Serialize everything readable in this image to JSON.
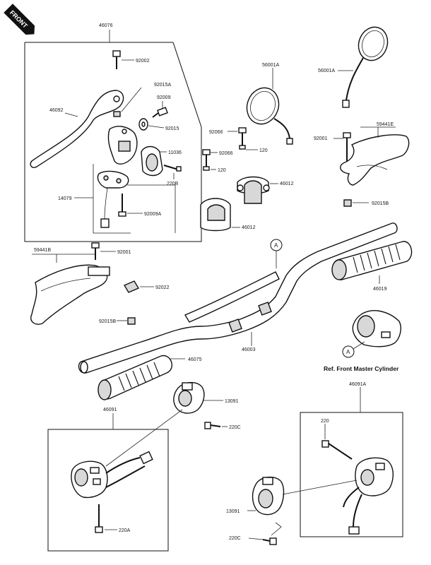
{
  "front_badge": "FRONT",
  "ref_note": "Ref. Front Master Cylinder",
  "circle_marker": "A",
  "parts": {
    "p46076": "46076",
    "p92002": "92002",
    "p92015A": "92015A",
    "p92009": "92009",
    "p92015": "92015",
    "p11036": "11036",
    "p220B": "220B",
    "p46092": "46092",
    "p14079": "14079",
    "p92009A": "92009A",
    "p46012a": "46012",
    "p46012b": "46012",
    "p56001A_left": "56001A",
    "p56001A_right": "56001A",
    "p92066a": "92066",
    "p92066b": "92066",
    "p120a": "120",
    "p120b": "120",
    "p92001a": "92001",
    "p59441E": "59441E",
    "p92015B_right": "92015B",
    "p59441B": "59441B",
    "p92001b": "92001",
    "p92022": "92022",
    "p92015B_left": "92015B",
    "p46003": "46003",
    "p46019": "46019",
    "p46075": "46075",
    "p13091a": "13091",
    "p220Ca": "220C",
    "p46091": "46091",
    "p220A": "220A",
    "p46091A": "46091A",
    "p220": "220",
    "p13091b": "13091",
    "p220Cb": "220C"
  }
}
